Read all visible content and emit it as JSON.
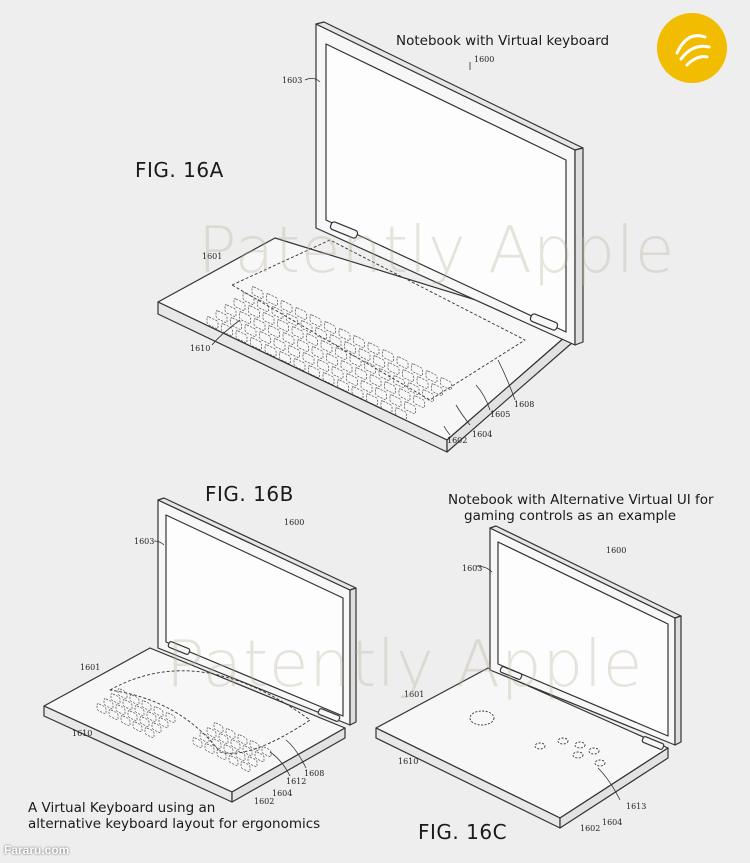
{
  "title_16a": "Notebook with Virtual keyboard",
  "title_16c_line1": "Notebook with Alternative Virtual UI for",
  "title_16c_line2": "gaming controls as an example",
  "caption_16b_line1": "A Virtual Keyboard using an",
  "caption_16b_line2": "alternative keyboard layout for ergonomics",
  "figures": {
    "a": "FIG. 16A",
    "b": "FIG. 16B",
    "c": "FIG. 16C"
  },
  "refs_a": {
    "r1600": "1600",
    "r1603": "1603",
    "r1601": "1601",
    "r1610": "1610",
    "r1608": "1608",
    "r1605": "1605",
    "r1604": "1604",
    "r1602": "1602"
  },
  "refs_b": {
    "r1600": "1600",
    "r1603": "1603",
    "r1601": "1601",
    "r1610": "1610",
    "r1608": "1608",
    "r1612": "1612",
    "r1604": "1604",
    "r1602": "1602"
  },
  "refs_c": {
    "r1600": "1600",
    "r1603": "1603",
    "r1601": "1601",
    "r1610": "1610",
    "r1613": "1613",
    "r1604": "1604",
    "r1602": "1602"
  },
  "watermark": "Patently Apple",
  "site_label": "Fararu.com",
  "colors": {
    "background": "#eeeeee",
    "line": "#333333",
    "logo": "#f2bd00"
  },
  "icons": {
    "logo": "fararu-logo-icon"
  }
}
